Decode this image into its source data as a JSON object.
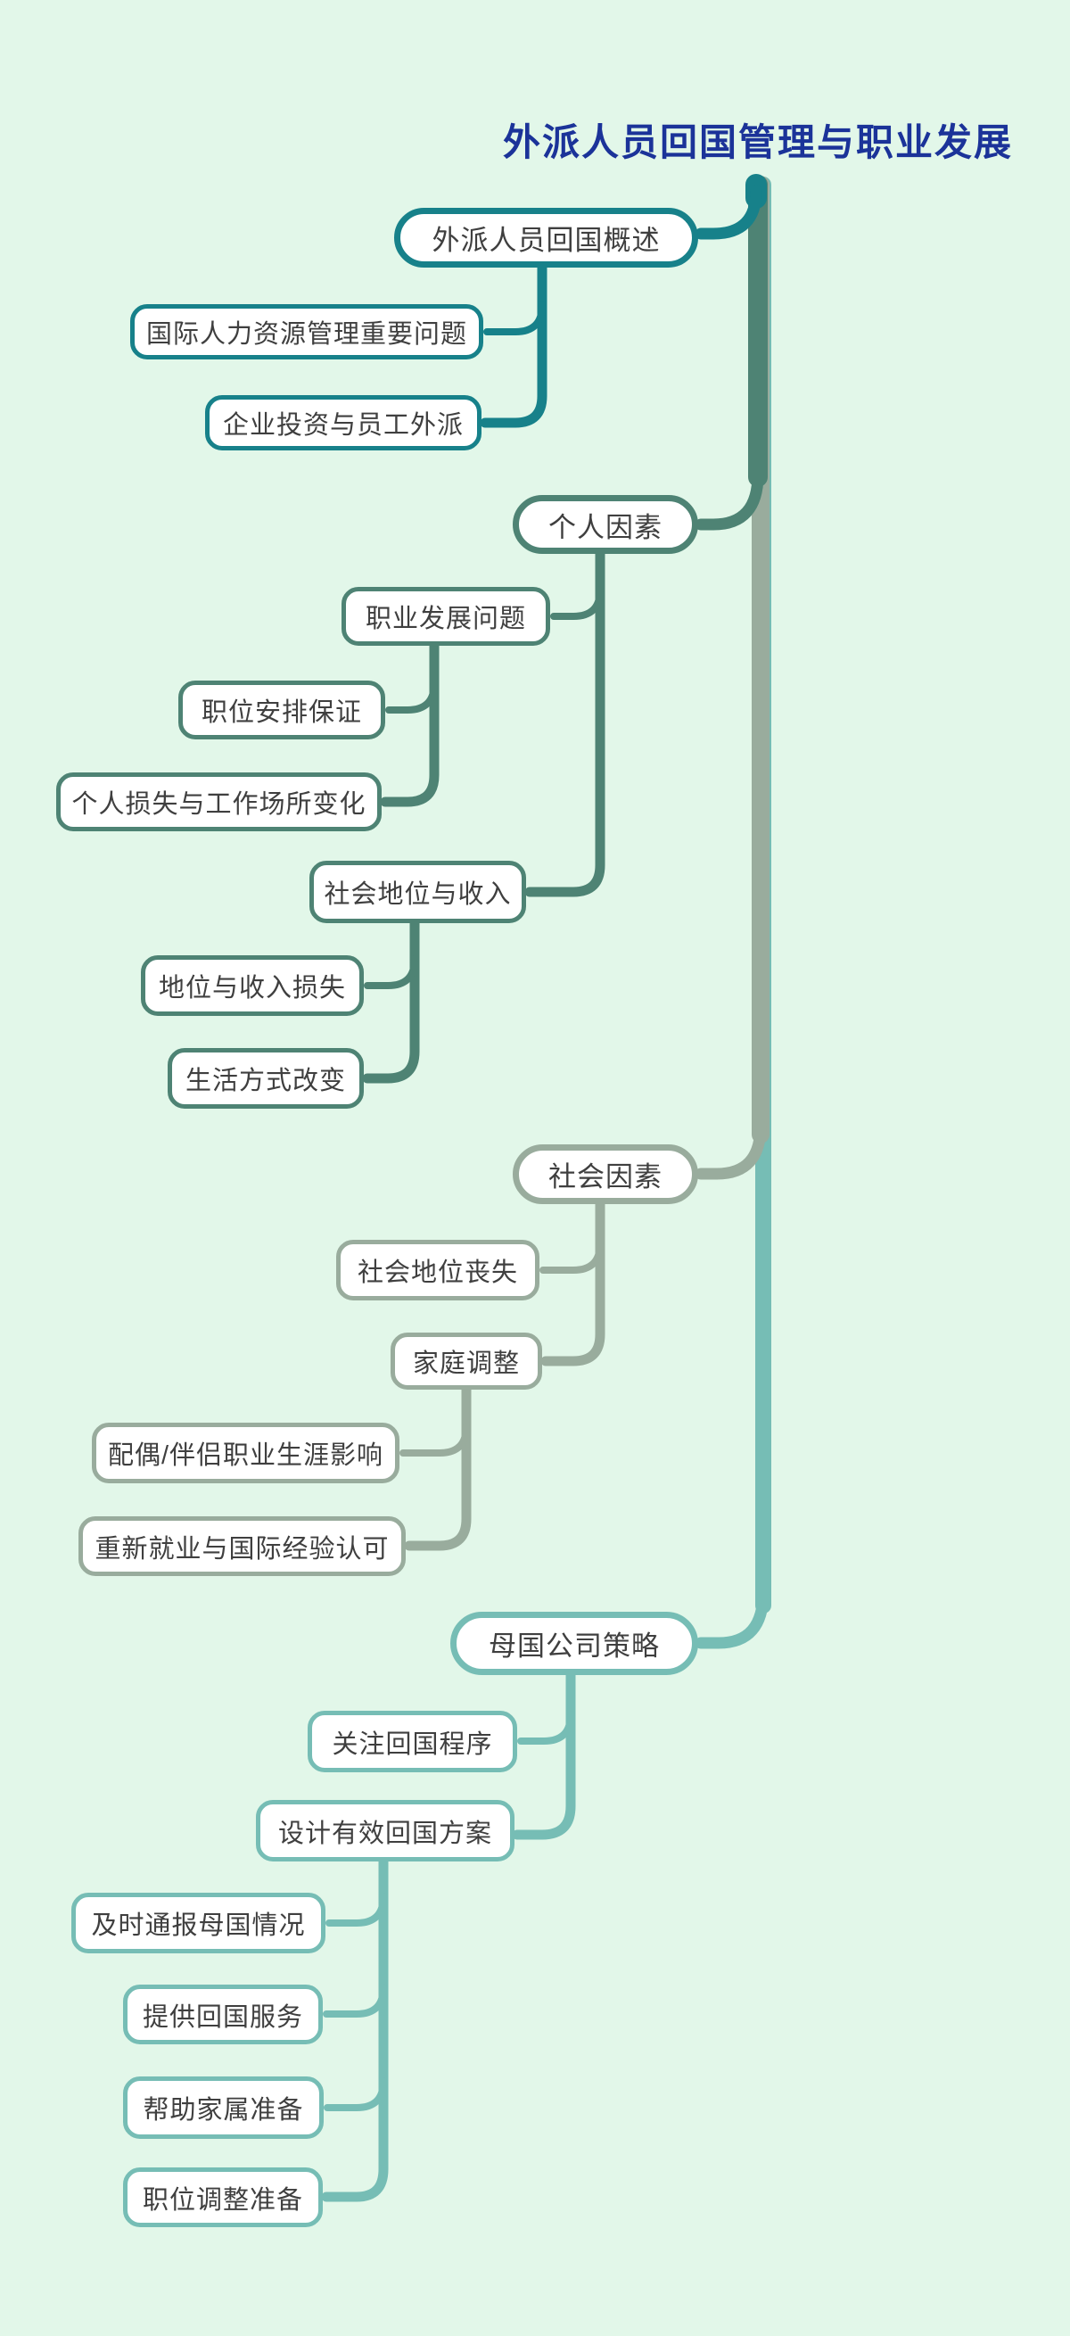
{
  "title": "外派人员回国管理与职业发展",
  "colors": {
    "background": "#e2f7e9",
    "title_text": "#1b3399",
    "branch_overview": "#17818a",
    "branch_personal": "#4e8374",
    "branch_social": "#99ac9d",
    "branch_company": "#76bdb5",
    "node_fill": "#ffffff",
    "node_text": "#3f3f3f"
  },
  "branches": [
    {
      "label": "外派人员回国概述",
      "children": [
        {
          "label": "国际人力资源管理重要问题"
        },
        {
          "label": "企业投资与员工外派"
        }
      ]
    },
    {
      "label": "个人因素",
      "children": [
        {
          "label": "职业发展问题",
          "children": [
            {
              "label": "职位安排保证"
            },
            {
              "label": "个人损失与工作场所变化"
            }
          ]
        },
        {
          "label": "社会地位与收入",
          "children": [
            {
              "label": "地位与收入损失"
            },
            {
              "label": "生活方式改变"
            }
          ]
        }
      ]
    },
    {
      "label": "社会因素",
      "children": [
        {
          "label": "社会地位丧失"
        },
        {
          "label": "家庭调整",
          "children": [
            {
              "label": "配偶/伴侣职业生涯影响"
            },
            {
              "label": "重新就业与国际经验认可"
            }
          ]
        }
      ]
    },
    {
      "label": "母国公司策略",
      "children": [
        {
          "label": "关注回国程序"
        },
        {
          "label": "设计有效回国方案",
          "children": [
            {
              "label": "及时通报母国情况"
            },
            {
              "label": "提供回国服务"
            },
            {
              "label": "帮助家属准备"
            },
            {
              "label": "职位调整准备"
            }
          ]
        }
      ]
    }
  ]
}
